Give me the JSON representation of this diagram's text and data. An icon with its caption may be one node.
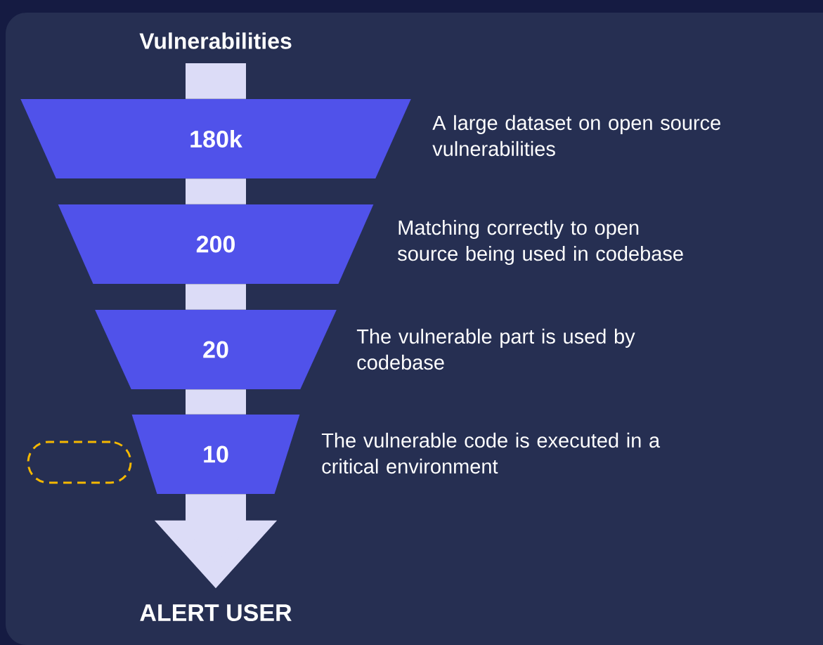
{
  "diagram": {
    "nodes": [
      {
        "text": [
          "Vulnerabilities"
        ]
      },
      {
        "text": [
          "180k"
        ],
        "beside": [
          "A large dataset on open source vulnerabilities"
        ]
      },
      {
        "text": [
          "200"
        ],
        "beside": [
          "Matching correctly to open source being used in codebase"
        ]
      },
      {
        "text": [
          "20"
        ],
        "beside": [
          "The vulnerable part is used by codebase"
        ]
      },
      {
        "text": [
          "10"
        ],
        "beside": [
          "The vulnerable code is executed in a critical environment"
        ]
      },
      {
        "text": [
          "ALERT USER"
        ]
      },
      {
        "text": [],
        "shape": "oval"
      }
    ],
    "edges": [
      {
        "from": 0,
        "to": 1,
        "arrow": "none"
      },
      {
        "from": 1,
        "to": 2,
        "arrow": "none"
      },
      {
        "from": 2,
        "to": 3,
        "arrow": "none"
      },
      {
        "from": 3,
        "to": 4,
        "arrow": "none"
      },
      {
        "from": 4,
        "to": 5,
        "arrow": "to"
      }
    ]
  }
}
